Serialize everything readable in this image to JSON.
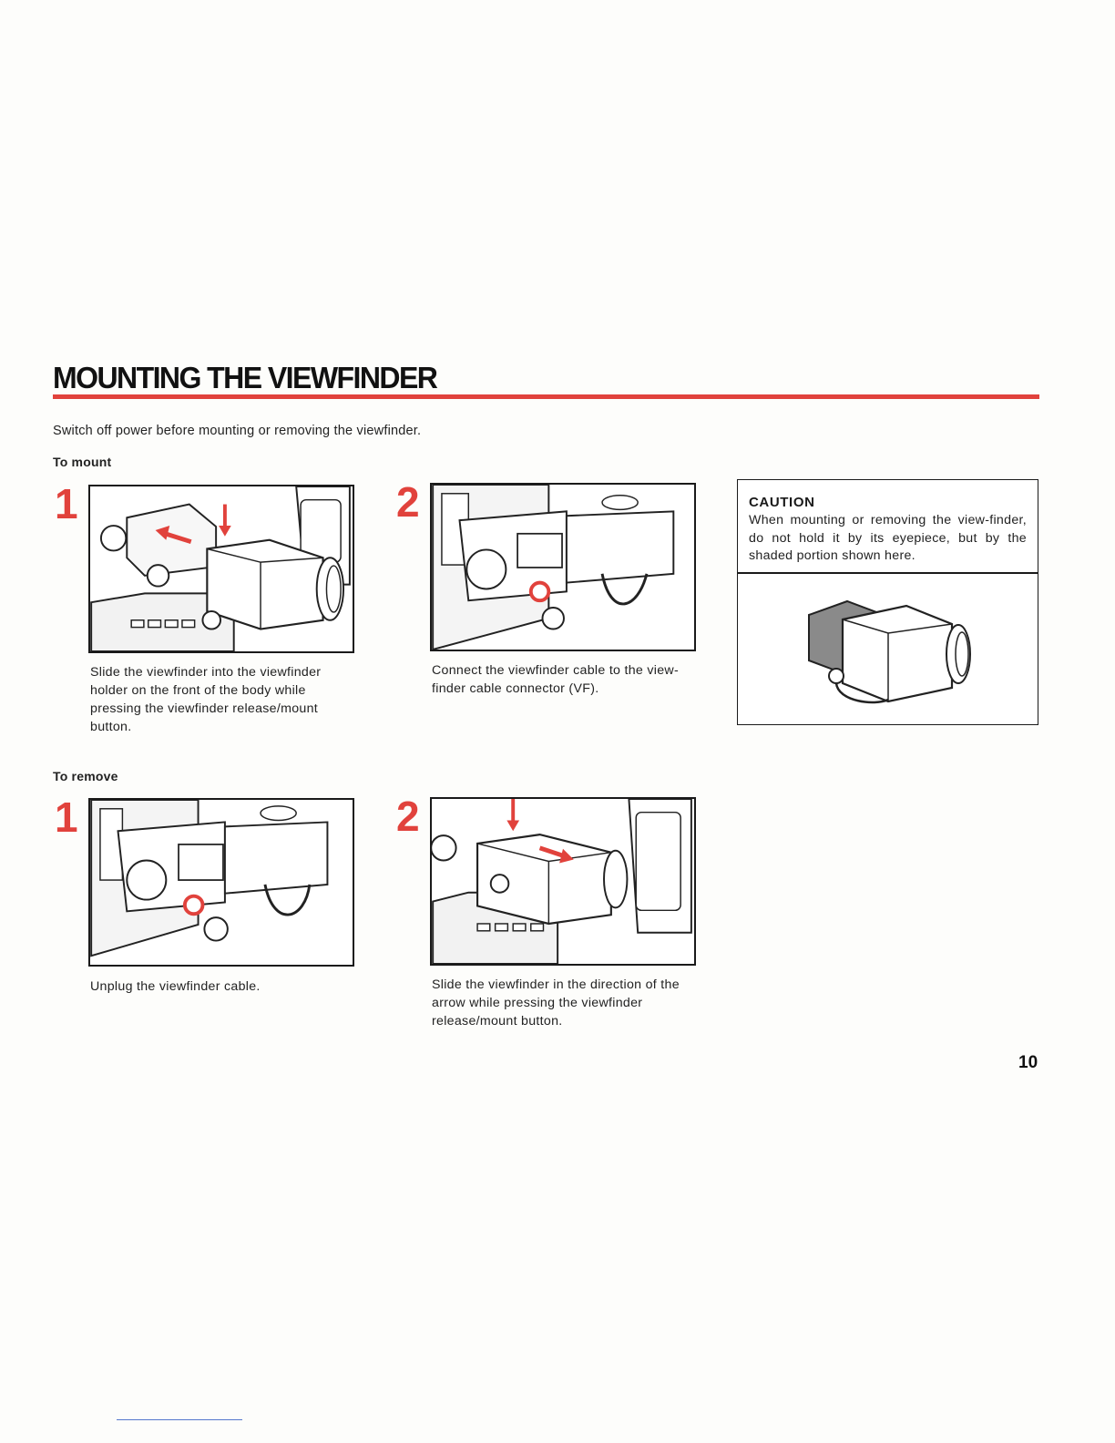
{
  "page": {
    "title": "MOUNTING THE VIEWFINDER",
    "intro": "Switch off power before mounting or removing the viewfinder.",
    "page_number": "10",
    "accent_color": "#e1423c"
  },
  "mount": {
    "heading": "To mount",
    "steps": [
      {
        "number": "1",
        "caption": "Slide the viewfinder into the viewfinder holder on the front of the body while pressing the viewfinder release/mount button.",
        "icon": "viewfinder-slide-in-illustration"
      },
      {
        "number": "2",
        "caption": "Connect the viewfinder cable to the view-finder cable connector (VF).",
        "icon": "cable-connect-illustration"
      }
    ]
  },
  "remove": {
    "heading": "To remove",
    "steps": [
      {
        "number": "1",
        "caption": "Unplug the viewfinder cable.",
        "icon": "cable-unplug-illustration"
      },
      {
        "number": "2",
        "caption": "Slide the viewfinder in the direction of the arrow while pressing the viewfinder release/mount button.",
        "icon": "viewfinder-slide-out-illustration"
      }
    ]
  },
  "caution": {
    "heading": "CAUTION",
    "body": "When mounting or removing the view-finder, do not hold it by its eyepiece, but by the shaded portion shown here.",
    "icon": "viewfinder-shaded-illustration"
  }
}
